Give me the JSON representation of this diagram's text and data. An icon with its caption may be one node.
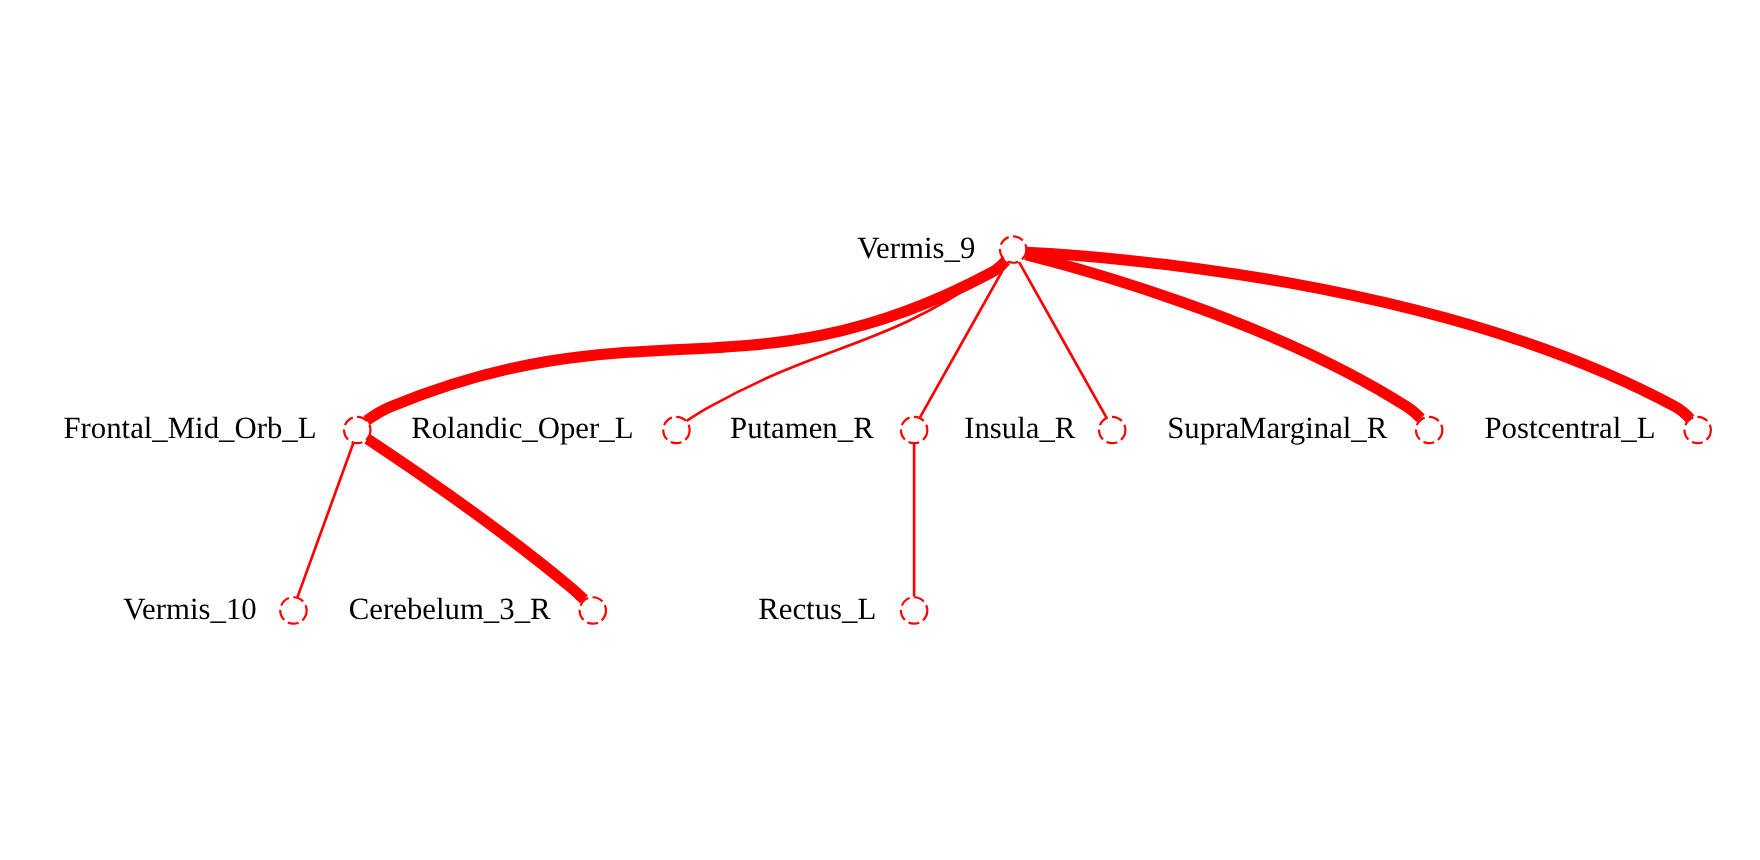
{
  "diagram": {
    "nodes": [
      {
        "text": [],
        "shape": "circle",
        "beside": [
          "Vermis_10"
        ]
      },
      {
        "text": [],
        "shape": "circle",
        "beside": [
          "Frontal_Mid_Orb_L"
        ]
      },
      {
        "text": [],
        "shape": "circle",
        "beside": [
          "Vermis_9"
        ]
      },
      {
        "text": [],
        "shape": "circle",
        "beside": [
          "Rolandic_Oper_L"
        ]
      },
      {
        "text": [],
        "shape": "circle",
        "beside": [
          "Cerebelum_3_R"
        ]
      },
      {
        "text": [],
        "shape": "circle",
        "beside": [
          "Rectus_L"
        ]
      },
      {
        "text": [],
        "shape": "circle",
        "beside": [
          "Putamen_R"
        ]
      },
      {
        "text": [],
        "shape": "circle",
        "beside": [
          "Insula_R"
        ]
      },
      {
        "text": [],
        "shape": "circle",
        "beside": [
          "SupraMarginal_R"
        ]
      },
      {
        "text": [],
        "shape": "circle",
        "beside": [
          "Postcentral_L"
        ]
      }
    ],
    "edges": [
      {
        "from": 1,
        "to": 0,
        "arrow": "none"
      },
      {
        "from": 2,
        "to": 1,
        "arrow": "none",
        "style": "thick"
      },
      {
        "from": 1,
        "to": 4,
        "arrow": "none",
        "style": "thick"
      },
      {
        "from": 2,
        "to": 3,
        "arrow": "none"
      },
      {
        "from": 2,
        "to": 6,
        "arrow": "none"
      },
      {
        "from": 2,
        "to": 8,
        "arrow": "none",
        "style": "thick"
      },
      {
        "from": 2,
        "to": 9,
        "arrow": "none",
        "style": "thick"
      },
      {
        "from": 2,
        "to": 7,
        "arrow": "none"
      },
      {
        "from": 6,
        "to": 5,
        "arrow": "none"
      }
    ]
  }
}
